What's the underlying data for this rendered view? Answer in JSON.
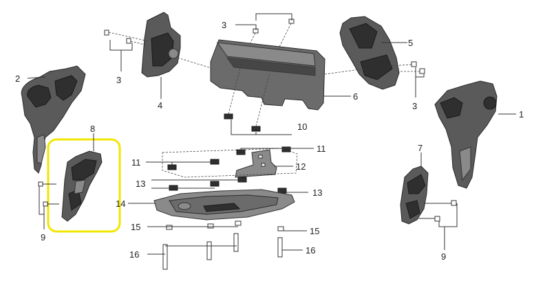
{
  "callouts": {
    "c1": "1",
    "c2": "2",
    "c3a": "3",
    "c3b": "3",
    "c3c": "3",
    "c4": "4",
    "c5": "5",
    "c6": "6",
    "c7": "7",
    "c8": "8",
    "c9a": "9",
    "c9b": "9",
    "c10": "10",
    "c11a": "11",
    "c11b": "11",
    "c12": "12",
    "c13a": "13",
    "c13b": "13",
    "c14": "14",
    "c15a": "15",
    "c15b": "15",
    "c16a": "16",
    "c16b": "16"
  },
  "highlight": {
    "color": "#f2e600",
    "part": "8"
  },
  "icons": [
    "screw-icon",
    "nut-clip-icon",
    "bracket-icon",
    "cover-icon",
    "tray-icon"
  ]
}
